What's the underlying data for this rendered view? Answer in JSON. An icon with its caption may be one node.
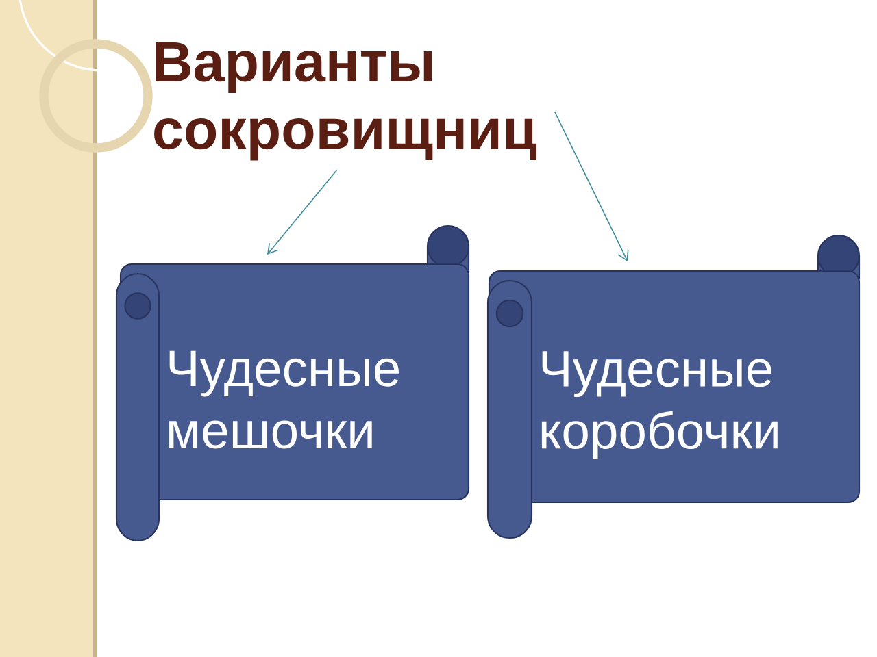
{
  "diagram": {
    "nodes": [
      {
        "text": [
          "Варианты сокровищниц"
        ]
      },
      {
        "text": [
          "Чудесные мешочки"
        ]
      },
      {
        "text": [
          "Чудесные коробочки"
        ]
      }
    ],
    "edges": [
      {
        "from": 0,
        "to": 1,
        "arrow": "to"
      },
      {
        "from": 0,
        "to": 2,
        "arrow": "to"
      }
    ]
  }
}
